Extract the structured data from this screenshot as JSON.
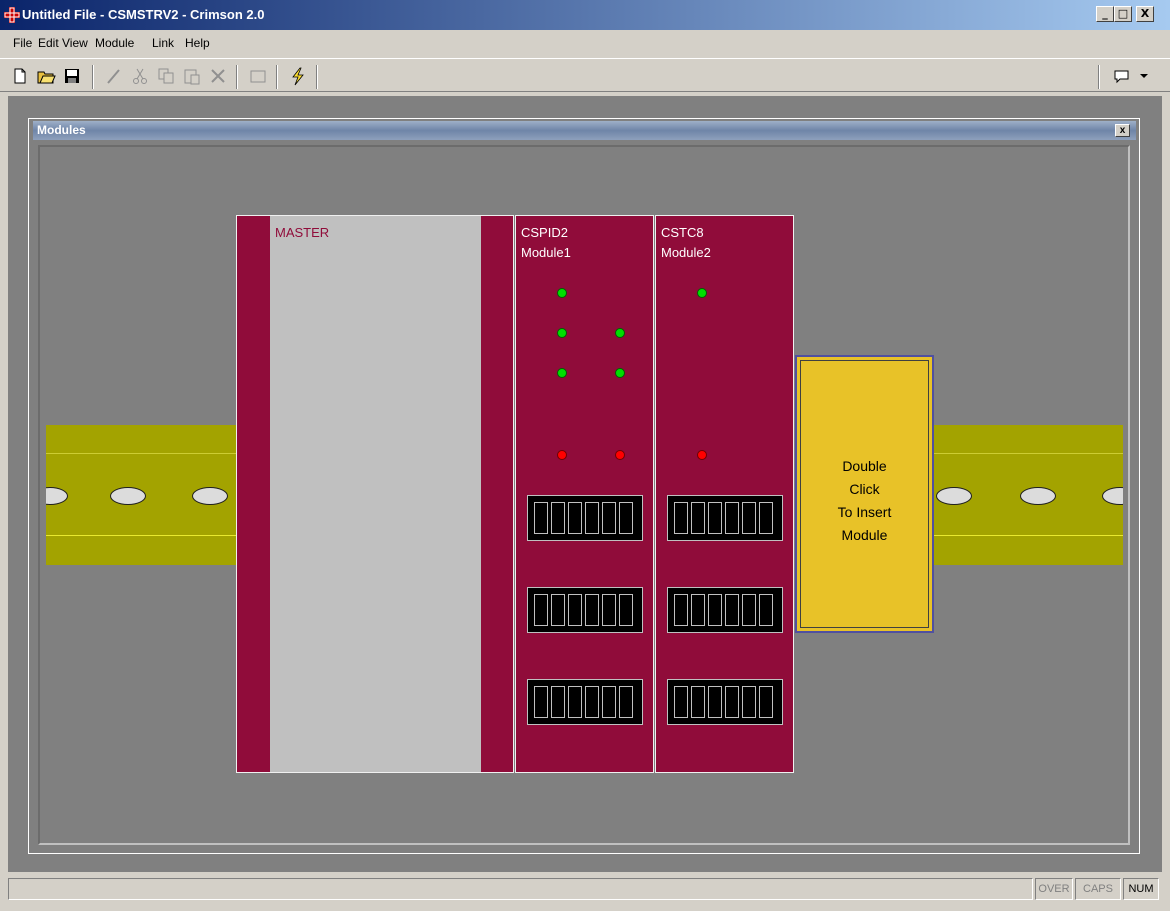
{
  "window": {
    "title": "Untitled File - CSMSTRV2 - Crimson 2.0",
    "min": "_",
    "max": "□",
    "close": "X"
  },
  "menu": {
    "file": "File",
    "edit": "Edit",
    "view": "View",
    "module": "Module",
    "link": "Link",
    "help": "Help"
  },
  "child": {
    "title": "Modules",
    "close": "x"
  },
  "master": {
    "label": "MASTER"
  },
  "modules": [
    {
      "type": "CSPID2",
      "name": "Module1"
    },
    {
      "type": "CSTC8",
      "name": "Module2"
    }
  ],
  "insert": {
    "line1": "Double",
    "line2": "Click",
    "line3": "To Insert",
    "line4": "Module"
  },
  "status": {
    "over": "OVER",
    "caps": "CAPS",
    "num": "NUM"
  },
  "colors": {
    "module": "#900c3a",
    "rail": "#a3a300",
    "insert": "#e8c228",
    "led_green": "#00e000",
    "led_red": "#ff0000"
  },
  "toolbar_icons": [
    "new-icon",
    "open-icon",
    "save-icon",
    "pen-icon",
    "cut-icon",
    "copy-icon",
    "paste-icon",
    "delete-icon",
    "window-icon",
    "lightning-icon",
    "comment-icon"
  ]
}
